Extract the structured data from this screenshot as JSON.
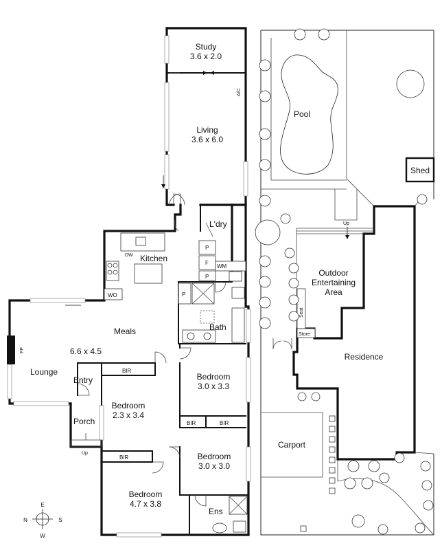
{
  "rooms": {
    "study": {
      "name": "Study",
      "size": "3.6 x 2.0"
    },
    "living": {
      "name": "Living",
      "size": "3.6 x 6.0"
    },
    "laundry": {
      "name": "L'dry"
    },
    "kitchen": {
      "name": "Kitchen"
    },
    "meals": {
      "name": "Meals",
      "size": "6.6 x 4.5"
    },
    "lounge": {
      "name": "Lounge"
    },
    "entry": {
      "name": "Entry"
    },
    "porch": {
      "name": "Porch"
    },
    "bath": {
      "name": "Bath"
    },
    "bedroom1": {
      "name": "Bedroom",
      "size": "3.0 x 3.3"
    },
    "bedroom2": {
      "name": "Bedroom",
      "size": "2.3 x 3.4"
    },
    "bedroom3": {
      "name": "Bedroom",
      "size": "3.0 x 3.0"
    },
    "bedroom4": {
      "name": "Bedroom",
      "size": "4.7 x 3.8"
    },
    "ensuite": {
      "name": "Ens"
    }
  },
  "fixtures": {
    "ac": "A/C",
    "dw": "DW",
    "wo": "WO",
    "wm": "WM",
    "fp": "FP",
    "pantry": "P",
    "fridge": "F",
    "bir": "BIR",
    "up": "Up"
  },
  "site": {
    "pool": "Pool",
    "shed": "Shed",
    "outdoor": [
      "Outdoor",
      "Entertaining",
      "Area"
    ],
    "seat": "Seat",
    "store": "Store",
    "residence": "Residence",
    "carport": "Carport",
    "up": "Up"
  },
  "compass": {
    "n": "N",
    "e": "E",
    "s": "S",
    "w": "W"
  }
}
